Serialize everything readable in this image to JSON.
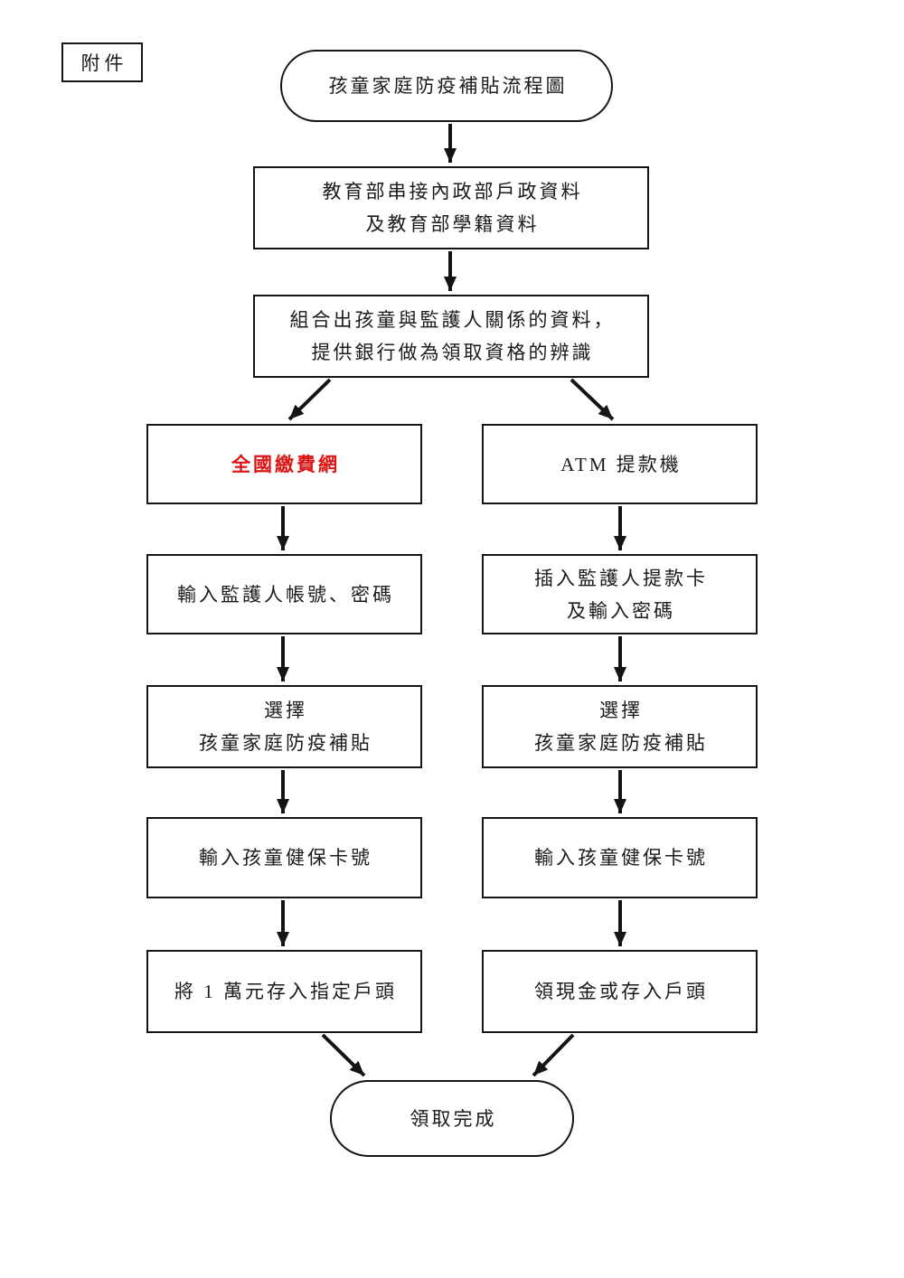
{
  "attachment": {
    "label": "附件"
  },
  "flow": {
    "start": {
      "label": "孩童家庭防疫補貼流程圖"
    },
    "step_link": {
      "lines": [
        "教育部串接內政部戶政資料",
        "及教育部學籍資料"
      ]
    },
    "step_combine": {
      "lines": [
        "組合出孩童與監護人關係的資料，",
        "提供銀行做為領取資格的辨識"
      ]
    },
    "left_branch": {
      "channel": {
        "label": "全國繳費網"
      },
      "steps": [
        {
          "lines": [
            "輸入監護人帳號、密碼",
            ""
          ]
        },
        {
          "lines": [
            "選擇",
            "孩童家庭防疫補貼"
          ]
        },
        {
          "lines": [
            "輸入孩童健保卡號",
            ""
          ]
        },
        {
          "lines": [
            "將 1 萬元存入指定戶頭",
            ""
          ]
        }
      ]
    },
    "right_branch": {
      "channel": {
        "label": "ATM 提款機"
      },
      "steps": [
        {
          "lines": [
            "插入監護人提款卡",
            "及輸入密碼"
          ]
        },
        {
          "lines": [
            "選擇",
            "孩童家庭防疫補貼"
          ]
        },
        {
          "lines": [
            "輸入孩童健保卡號",
            ""
          ]
        },
        {
          "lines": [
            "領現金或存入戶頭",
            ""
          ]
        }
      ]
    },
    "end": {
      "label": "領取完成"
    }
  },
  "colors": {
    "highlight": "#dd1414",
    "stroke": "#141414",
    "background": "#ffffff"
  }
}
